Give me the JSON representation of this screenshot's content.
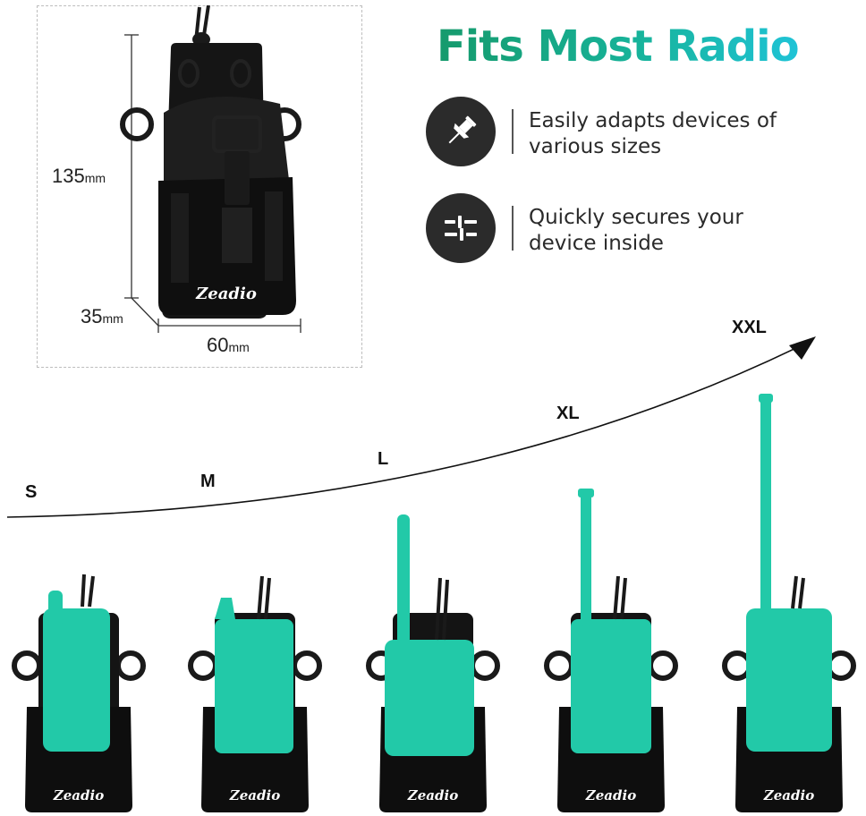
{
  "headline": "Fits Most Radio",
  "features": [
    {
      "icon": "pushpin-icon",
      "line1": "Easily adapts devices of",
      "line2": "various sizes"
    },
    {
      "icon": "sliders-icon",
      "line1": "Quickly secures your",
      "line2": "device inside"
    }
  ],
  "dimensions": {
    "height_value": "135",
    "depth_value": "35",
    "width_value": "60",
    "unit": "mm"
  },
  "brand": "Zeadio",
  "sizes": [
    "S",
    "M",
    "L",
    "XL",
    "XXL"
  ],
  "colors": {
    "headline_start": "#169a6c",
    "headline_end": "#1fc3d6",
    "radio": "#22c9a8",
    "pouch": "#111111",
    "icon_circle": "#2b2b2b"
  }
}
